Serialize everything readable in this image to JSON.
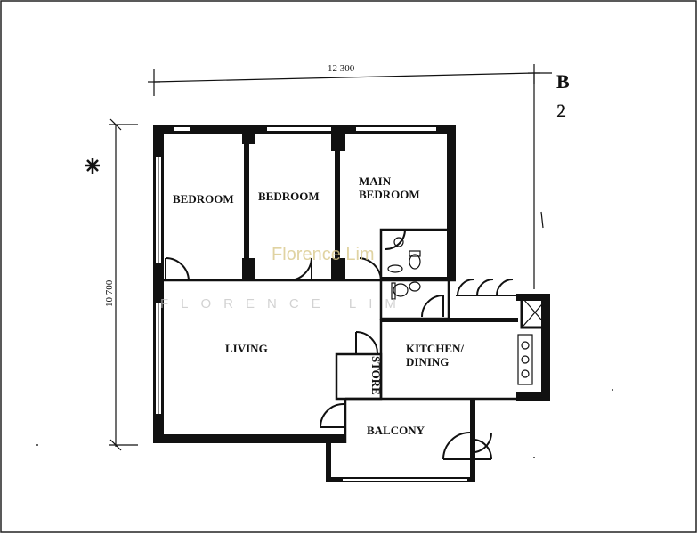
{
  "dimensions": {
    "width": "12 300",
    "height": "10 700"
  },
  "block_label": {
    "letter": "B",
    "number": "2"
  },
  "rooms": {
    "bedroom_1": "BEDROOM",
    "bedroom_2": "BEDROOM",
    "main_bedroom_line1": "MAIN",
    "main_bedroom_line2": "BEDROOM",
    "living": "LIVING",
    "store": "STORE",
    "kitchen_line1": "KITCHEN/",
    "kitchen_line2": "DINING",
    "balcony": "BALCONY"
  },
  "watermark": {
    "text": "Florence Lim",
    "spaced": "FLORENCE LIM"
  },
  "colors": {
    "ink": "#111111",
    "watermark": "#d9c98c",
    "background": "#ffffff"
  }
}
